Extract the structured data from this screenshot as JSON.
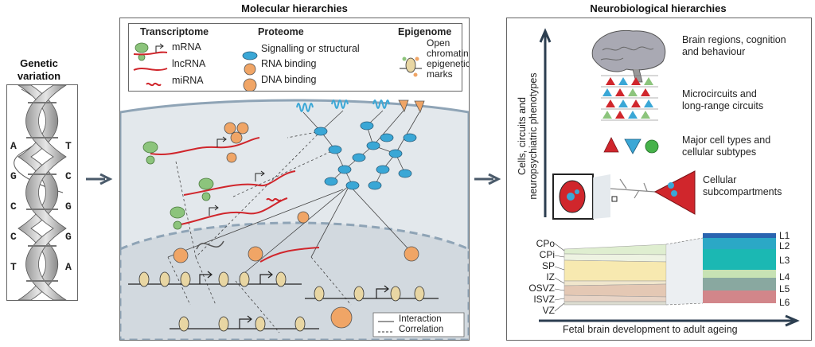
{
  "genetic": {
    "title_line1": "Genetic",
    "title_line2": "variation",
    "bases_left": [
      "A",
      "G",
      "C",
      "C",
      "T"
    ],
    "bases_right": [
      "T",
      "C",
      "G",
      "G",
      "A"
    ]
  },
  "molecular": {
    "title": "Molecular hierarchies",
    "legend": {
      "transcriptome": "Transcriptome",
      "mrna": "mRNA",
      "lncrna": "lncRNA",
      "mirna": "miRNA",
      "proteome": "Proteome",
      "signalling": "Signalling or structural",
      "rna_binding": "RNA binding",
      "dna_binding": "DNA binding",
      "epigenome": "Epigenome",
      "epi_line1": "Open",
      "epi_line2": "chromatin;",
      "epi_line3": "epigenetic",
      "epi_line4": "marks"
    },
    "key": {
      "interaction": "Interaction",
      "correlation": "Correlation"
    }
  },
  "neuro": {
    "title": "Neurobiological hierarchies",
    "y_axis_line1": "Cells, circuits and",
    "y_axis_line2": "neuropsychiatric phenotypes",
    "x_axis": "Fetal brain development to adult ageing",
    "levels": {
      "brain_1": "Brain regions, cognition",
      "brain_2": "and behaviour",
      "micro_1": "Microcircuits and",
      "micro_2": "long-range circuits",
      "cell_1": "Major cell types and",
      "cell_2": "cellular subtypes",
      "sub_1": "Cellular",
      "sub_2": "subcompartments"
    },
    "fetal_zones": [
      "CPo",
      "CPi",
      "SP",
      "IZ",
      "OSVZ",
      "ISVZ",
      "VZ"
    ],
    "adult_layers": [
      "L1",
      "L2",
      "L3",
      "L4",
      "L5",
      "L6"
    ]
  },
  "colors": {
    "blue": "#3aa7d6",
    "orange": "#f0a566",
    "red": "#d0262c",
    "green": "#8cc47c",
    "membrane": "#8fa4b6",
    "cell_fill": "#e3e8ec",
    "nucleus_fill": "#d2d9df"
  }
}
